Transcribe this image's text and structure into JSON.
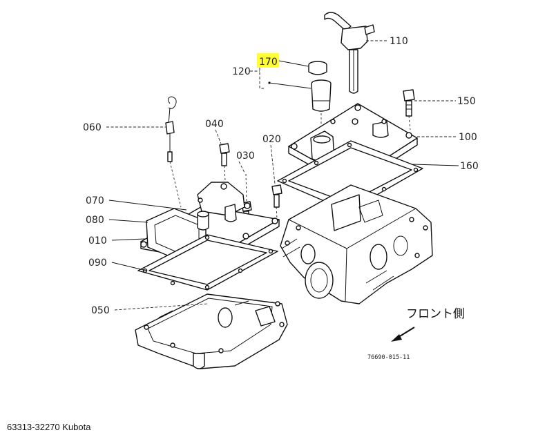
{
  "callouts": {
    "c110": "110",
    "c170": "170",
    "c120": "120",
    "c150": "150",
    "c100": "100",
    "c160": "160",
    "c060": "060",
    "c040": "040",
    "c030": "030",
    "c020": "020",
    "c070": "070",
    "c080": "080",
    "c010": "010",
    "c090": "090",
    "c050": "050"
  },
  "highlight_color": "#ffff33",
  "front_label": "フロント側",
  "drawing_number": "76690-015-11",
  "caption": "63313-32270 Kubota"
}
